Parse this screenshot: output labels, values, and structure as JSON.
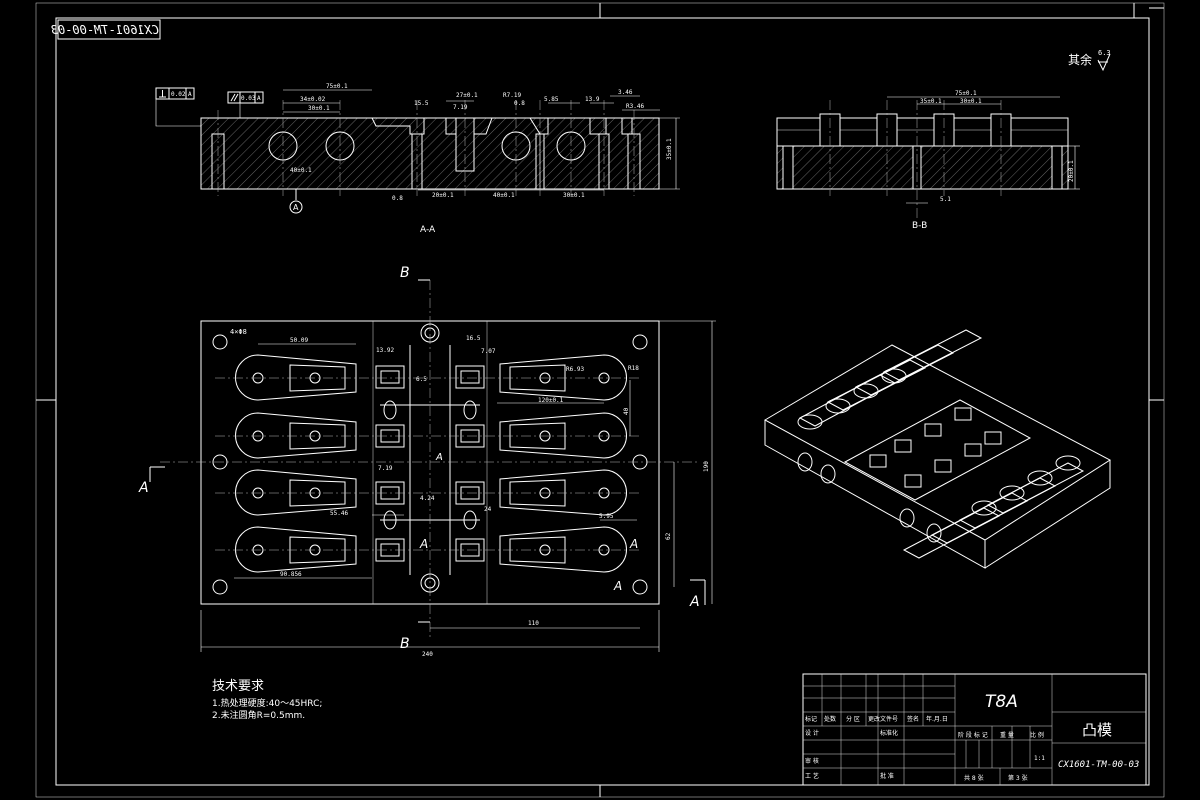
{
  "drawing": {
    "code_stamp": "CX1601-TM-00-03",
    "roughness_note": "其余",
    "roughness_value": "6.3"
  },
  "sections": {
    "aa_title": "A-A",
    "bb_title": "B-B"
  },
  "cut_labels": {
    "a_left": "A",
    "a_right": "A",
    "a_right_lower": "A",
    "b_top": "B",
    "b_bottom": "B",
    "a_center_1": "A",
    "a_center_2": "A",
    "a_center_3": "A",
    "datum": "A"
  },
  "tolerance_frames": {
    "perp_value": "0.02",
    "perp_datum": "A",
    "par_value": "0.03",
    "par_datum": "A"
  },
  "aa_dims": {
    "d1": "75±0.1",
    "d2": "34±0.02",
    "d3": "30±0.1",
    "d4": "15.5",
    "d5": "27±0.1",
    "d6": "7.19",
    "d7": "R7.19",
    "d8": "0.8",
    "d9": "5.85",
    "d10": "13.9",
    "d11": "3.46",
    "d12": "R3.46",
    "d13": "20±0.1",
    "d14": "40±0.1",
    "d15": "30±0.1",
    "d16": "35±0.1",
    "d17": "40±0.1",
    "d18": "0.8"
  },
  "bb_dims": {
    "d1": "75±0.1",
    "d2": "35±0.1",
    "d3": "30±0.1",
    "d4": "5.1",
    "d5": "20±0.1"
  },
  "plan_dims": {
    "d_hole": "4×Φ8",
    "d_5009": "50.09",
    "d_1392": "13.92",
    "d_165": "16.5",
    "d_707": "7.07",
    "d_r693": "R6.93",
    "d_r18": "R18",
    "d_120": "120±0.1",
    "d_65": "6.5",
    "d_40": "40",
    "d_719": "7.19",
    "d_5546": "55.46",
    "d_424": "4.24",
    "d_24": "24",
    "d_595": "5.95",
    "d_90856": "90.856",
    "d_62": "62",
    "d_110": "110",
    "d_190": "190",
    "d_240": "240"
  },
  "tech_requirements": {
    "title": "技术要求",
    "item1": "1.热处理硬度:40～45HRC;",
    "item2": "2.未注圆角R=0.5mm."
  },
  "title_block": {
    "material": "T8A",
    "part_name": "凸模",
    "drawing_number": "CX1601-TM-00-03",
    "scale": "1:1",
    "sheet_total": "共 8 张",
    "sheet_num": "第 3 张",
    "h_mark": "标记",
    "h_count": "处数",
    "h_zone": "分 区",
    "h_change": "更改文件号",
    "h_sign": "签名",
    "h_date": "年.月.日",
    "h_design": "设 计",
    "h_std": "标准化",
    "h_stage": "阶 段 标 记",
    "h_weight": "重 量",
    "h_ratio": "比 例",
    "h_review": "审 核",
    "h_process": "工 艺",
    "h_approve": "批 准"
  }
}
